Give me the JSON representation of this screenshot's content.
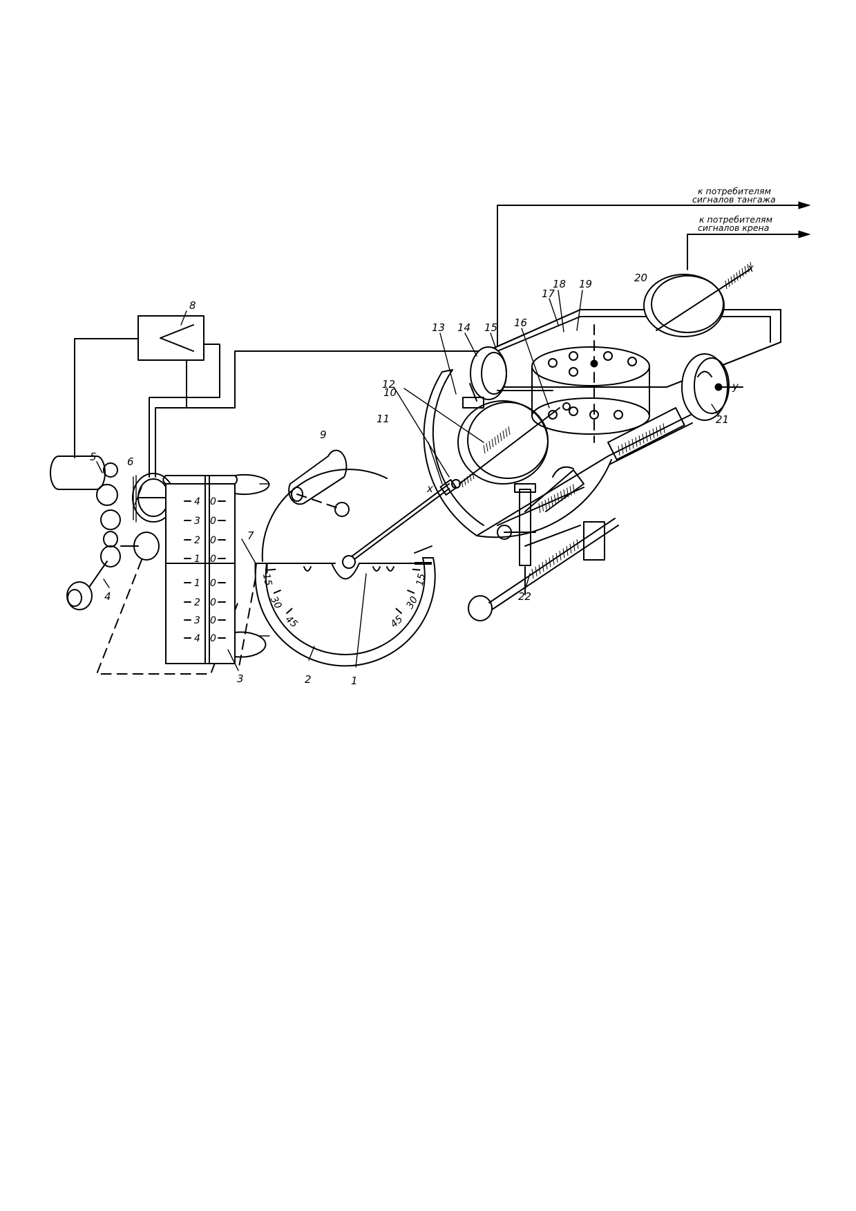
{
  "signals": {
    "pitch_line1": "к потребителям",
    "pitch_line2": "сигналов тангажа",
    "roll_line1": "к потребителям",
    "roll_line2": "сигналов крена"
  },
  "axes": {
    "x_top": "x",
    "x_left": "x",
    "y_right": "y"
  },
  "labels": {
    "l1": "1",
    "l2": "2",
    "l3": "3",
    "l4": "4",
    "l5": "5",
    "l6": "6",
    "l7": "7",
    "l8": "8",
    "l9": "9",
    "l10": "10",
    "l11": "11",
    "l12": "12",
    "l13": "13",
    "l14": "14",
    "l15": "15",
    "l16": "16",
    "l17": "17",
    "l18": "18",
    "l19": "19",
    "l20": "20",
    "l21": "21",
    "l22": "22"
  },
  "drum_scale": {
    "upper": [
      "4",
      "3",
      "2",
      "1"
    ],
    "lower": [
      "1",
      "2",
      "3",
      "4"
    ],
    "zero": "0"
  },
  "arc_scale": {
    "left": [
      "15",
      "30",
      "45"
    ],
    "right": [
      "45",
      "30",
      "15"
    ]
  }
}
